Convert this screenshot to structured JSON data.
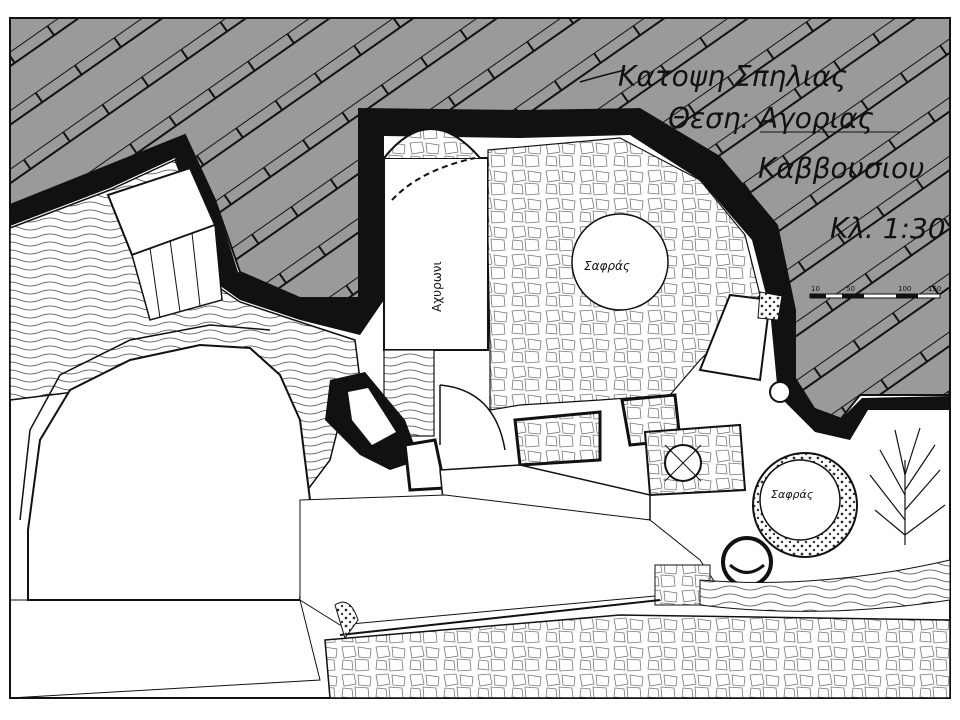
{
  "title_block": {
    "title": "Κατοψη Σπηλιας",
    "location": "Θεση: Αγοριας",
    "village": "Καββουσιου",
    "scale": "Κλ. 1:30"
  },
  "scale_bar": {
    "ticks": [
      "10",
      "50",
      "100",
      "150"
    ]
  },
  "rooms": {
    "hall_label": "Αχυρωνι",
    "vault_label_top": "Σαφράς",
    "vault_label_bottom": "Σαφράς"
  },
  "colors": {
    "ink": "#111111",
    "rock": "#9a9a9a",
    "paper": "#ffffff"
  }
}
